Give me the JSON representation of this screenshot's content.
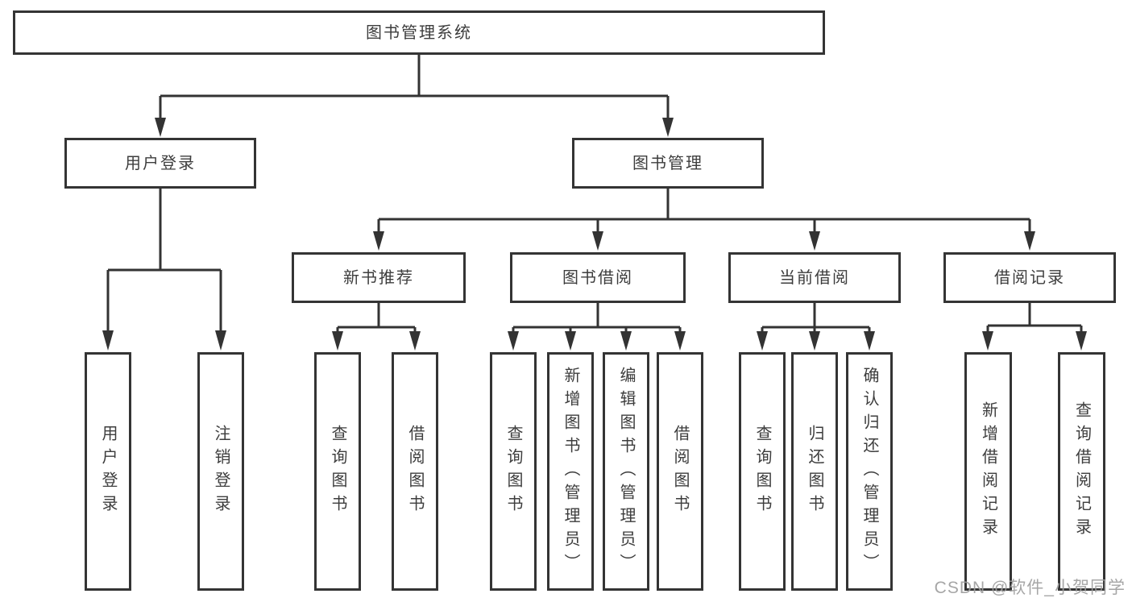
{
  "nodes": {
    "root": {
      "label": "图书管理系统"
    },
    "level1": [
      {
        "label": "用户登录",
        "children": [
          {
            "label": "用户登录"
          },
          {
            "label": "注销登录"
          }
        ]
      },
      {
        "label": "图书管理",
        "children": [
          {
            "label": "新书推荐",
            "children": [
              {
                "label": "查询图书"
              },
              {
                "label": "借阅图书"
              }
            ]
          },
          {
            "label": "图书借阅",
            "children": [
              {
                "label": "查询图书"
              },
              {
                "label": "新增图书（管理员）"
              },
              {
                "label": "编辑图书（管理员）"
              },
              {
                "label": "借阅图书"
              }
            ]
          },
          {
            "label": "当前借阅",
            "children": [
              {
                "label": "查询图书"
              },
              {
                "label": "归还图书"
              },
              {
                "label": "确认归还（管理员）"
              }
            ]
          },
          {
            "label": "借阅记录",
            "children": [
              {
                "label": "新增借阅记录"
              },
              {
                "label": "查询借阅记录"
              }
            ]
          }
        ]
      }
    ]
  },
  "watermark": {
    "text": "CSDN @软件_小贺同学"
  },
  "colors": {
    "background": "#ffffff",
    "line": "#333333",
    "box_border": "#343434",
    "box_fill": "#ffffff",
    "text": "#3d3d3d",
    "watermark": "#9e9e9e"
  }
}
